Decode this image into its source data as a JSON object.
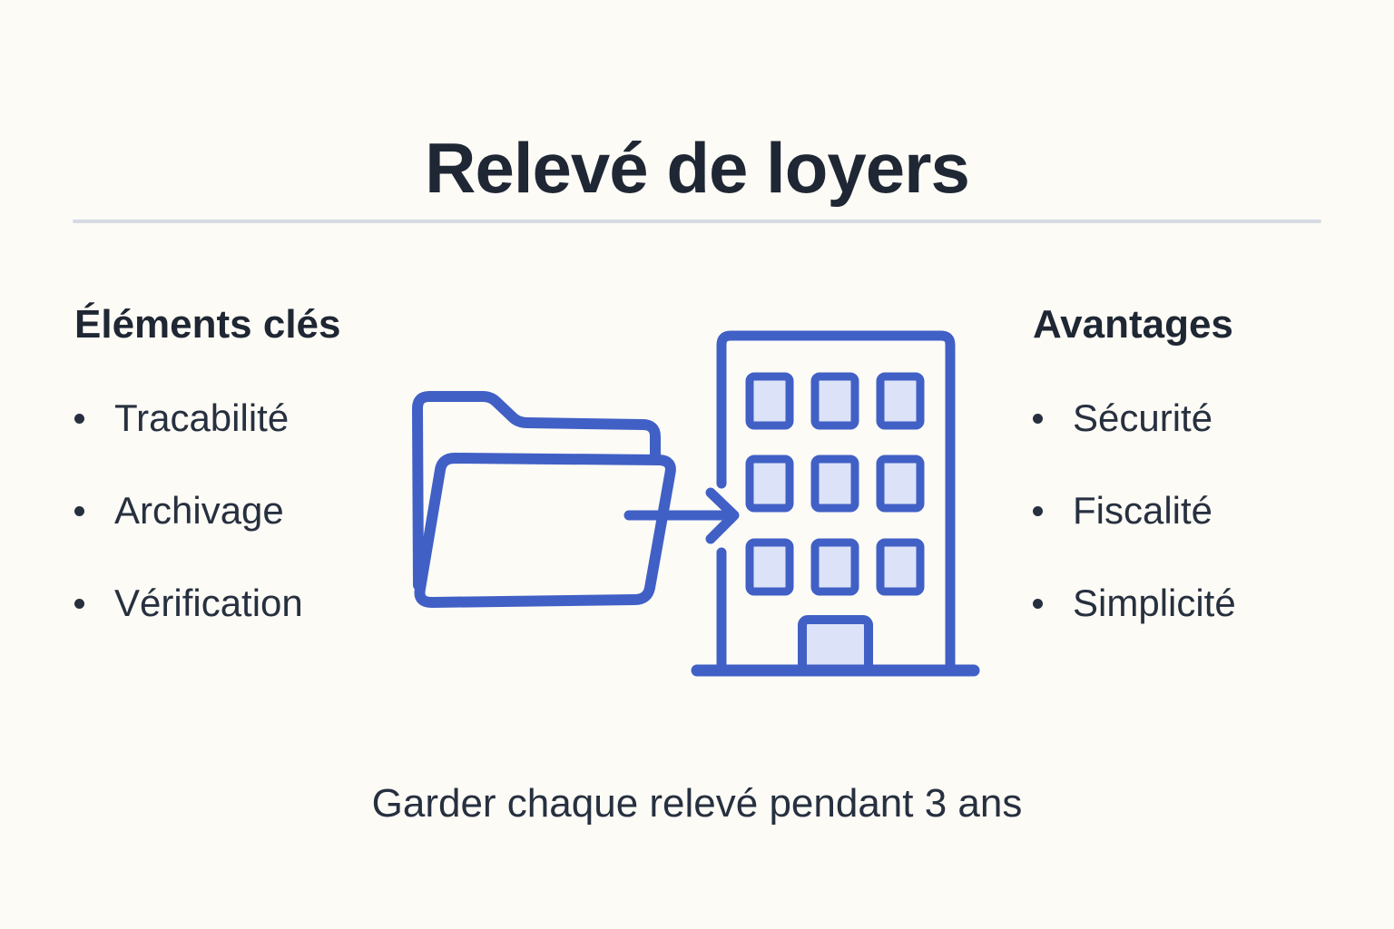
{
  "header": {
    "title": "Relevé de loyers"
  },
  "sections": {
    "left": {
      "heading": "Éléments clés",
      "items": [
        "Tracabilité",
        "Archivage",
        "Vérification"
      ]
    },
    "right": {
      "heading": "Avantages",
      "items": [
        "Sécurité",
        "Fiscalité",
        "Simplicité"
      ]
    }
  },
  "illustration": {
    "description": "open folder with arrow transferring documents into an apartment building",
    "icons": [
      "open-folder-icon",
      "arrow-right-icon",
      "building-icon"
    ]
  },
  "footer": {
    "note": "Garder chaque relevé pendant 3 ans"
  },
  "colors": {
    "background": "#fdfbf6",
    "title_text": "#1f2734",
    "body_text": "#27303f",
    "accent_blue": "#4160c6",
    "window_fill": "#dce3f8",
    "divider": "#d6dae3"
  }
}
